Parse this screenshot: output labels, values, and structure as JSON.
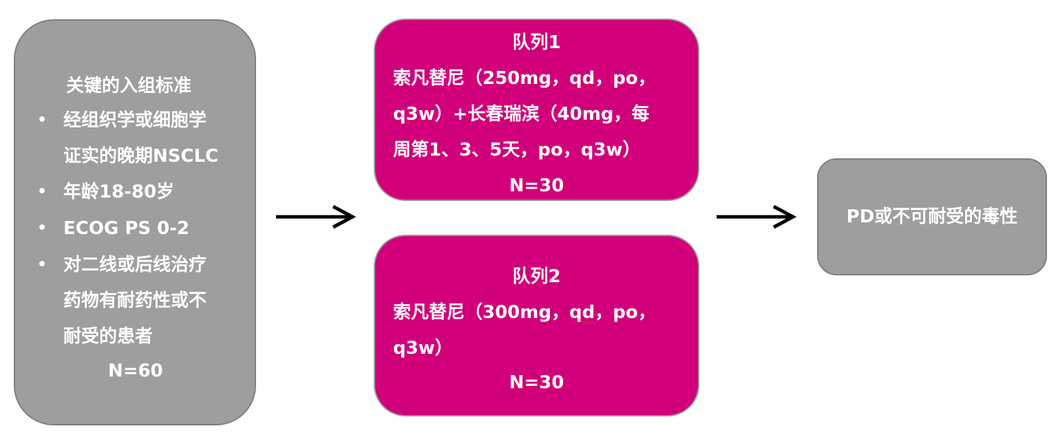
{
  "criteria": {
    "title": "关键的入组标准",
    "items": [
      {
        "lines": [
          "经组织学或细胞学",
          "证实的晚期NSCLC"
        ]
      },
      {
        "lines": [
          "年龄18-80岁"
        ]
      },
      {
        "lines": [
          "ECOG PS 0-2"
        ]
      },
      {
        "lines": [
          "对二线或后线治疗",
          "药物有耐药性或不",
          "耐受的患者"
        ]
      }
    ],
    "n": "N=60",
    "bullet": "•"
  },
  "cohort1": {
    "title": "队列1",
    "line1_pre": "索凡替尼（250mg，",
    "line1_spell": "qd",
    "line1_post": "，po，",
    "line2": "q3w）+长春瑞滨（40mg，每",
    "line3": "周第1、3、5天，po，q3w）",
    "n": "N=30"
  },
  "cohort2": {
    "title": "队列2",
    "line1_pre": "索凡替尼（300mg，",
    "line1_spell": "qd",
    "line1_post": "，po，",
    "line2": "q3w）",
    "n": "N=30"
  },
  "outcome": {
    "label": "PD或不可耐受的毒性"
  },
  "colors": {
    "grey_box": "#9e9e9e",
    "magenta_box": "#d1007a",
    "arrow": "#000000",
    "text": "#ffffff"
  }
}
